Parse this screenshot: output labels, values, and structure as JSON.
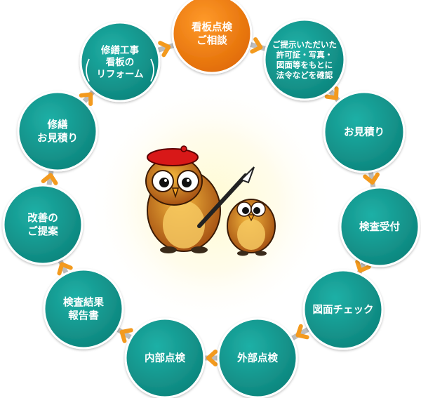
{
  "colors": {
    "node": "#139a91",
    "node_dark": "#0d7f78",
    "highlight_node": "#f07d10",
    "highlight_dark": "#d96a06",
    "arrow_orange": "#f39a1e",
    "arrow_gray": "#bdbdbd",
    "glow_center": "#fffbd0"
  },
  "center_illustration": {
    "icon": "owl-painter-illustration"
  },
  "steps": [
    {
      "id": "consult",
      "lines": [
        "看板点検",
        "ご相談"
      ],
      "highlight": true
    },
    {
      "id": "review",
      "lines": [
        "ご提示いただいた",
        "許可証・写真・",
        "図面等をもとに",
        "法令などを確認"
      ]
    },
    {
      "id": "estimate",
      "lines": [
        "お見積り"
      ]
    },
    {
      "id": "inspection-accept",
      "lines": [
        "検査受付"
      ]
    },
    {
      "id": "drawing-check",
      "lines": [
        "図面チェック"
      ]
    },
    {
      "id": "exterior-inspection",
      "lines": [
        "外部点検"
      ]
    },
    {
      "id": "interior-inspection",
      "lines": [
        "内部点検"
      ]
    },
    {
      "id": "result-report",
      "lines": [
        "検査結果",
        "報告書"
      ]
    },
    {
      "id": "improvement-proposal",
      "lines": [
        "改善の",
        "ご提案"
      ]
    },
    {
      "id": "repair-estimate",
      "lines": [
        "修繕",
        "お見積り"
      ]
    },
    {
      "id": "repair-work",
      "lines": [
        "修繕工事",
        "看板の",
        "リフォーム"
      ]
    }
  ]
}
